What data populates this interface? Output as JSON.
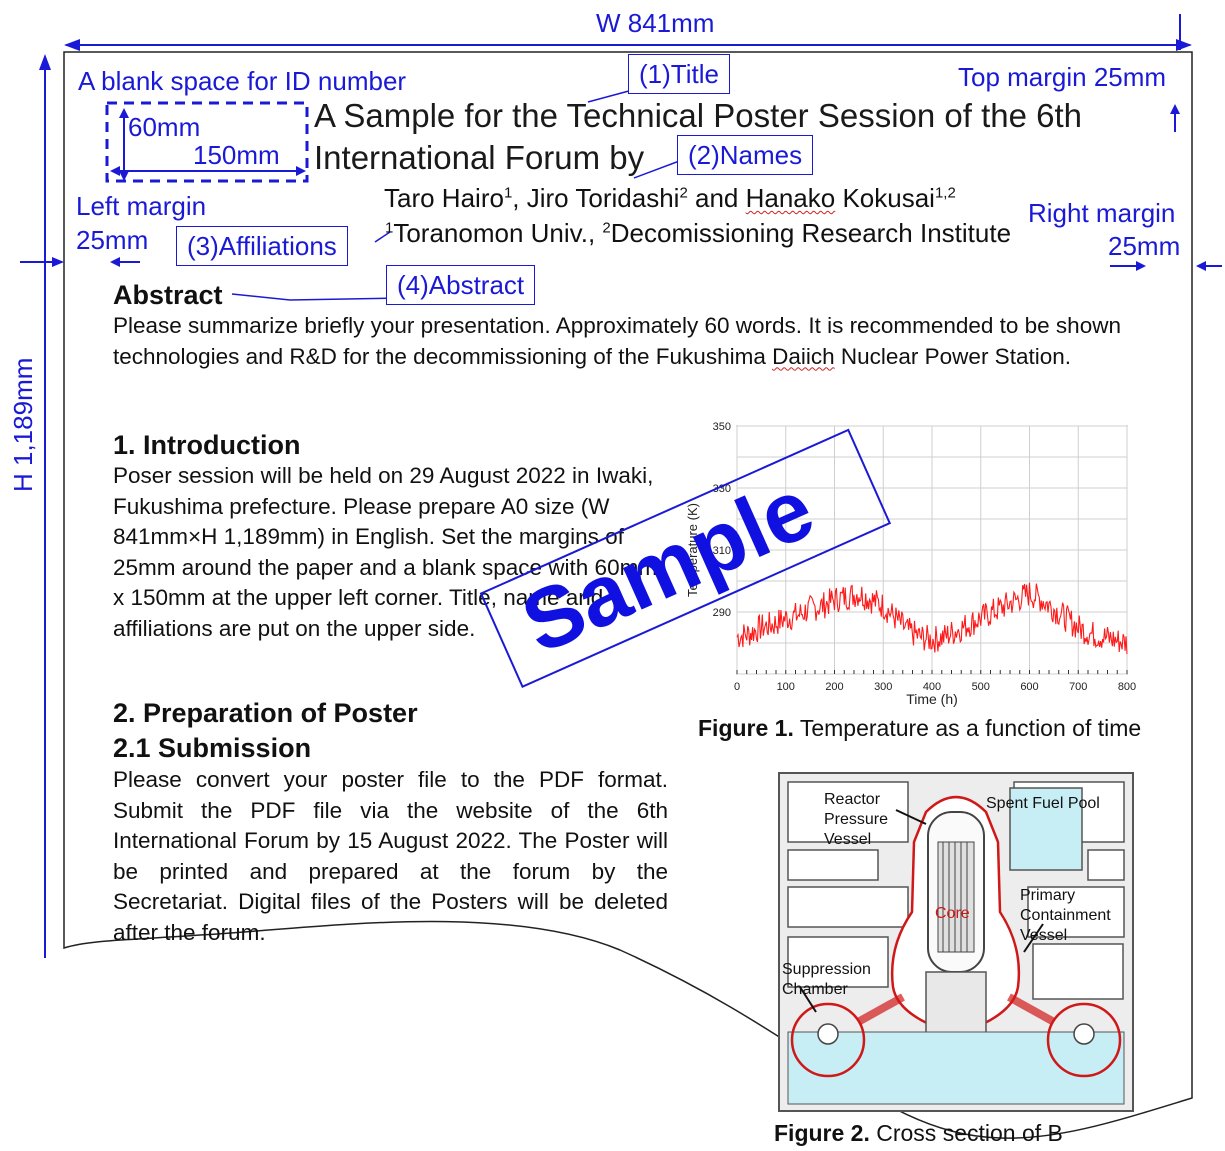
{
  "dimensions": {
    "width": "W 841mm",
    "height": "H 1,189mm",
    "id_blank": "A blank space for ID number",
    "id_height": "60mm",
    "id_width": "150mm",
    "top_margin": "Top margin 25mm",
    "left_margin_1": "Left margin",
    "left_margin_2": "25mm",
    "right_margin_1": "Right margin",
    "right_margin_2": "25mm"
  },
  "callouts": {
    "title": "(1)Title",
    "names": "(2)Names",
    "affiliations": "(3)Affiliations",
    "abstract": "(4)Abstract"
  },
  "poster": {
    "title_line1": "A Sample for the Technical Poster Session of the 6th",
    "title_line2": "International Forum by",
    "names": {
      "n1": "Taro Hairo",
      "s1": "1",
      "sep1": ", Jiro Toridashi",
      "s2": "2",
      "sep2": " and ",
      "n3": "Hanako",
      "n3b": " Kokusai",
      "s3": "1,2"
    },
    "affiliations": {
      "s1": "1",
      "a1": "Toranomon Univ., ",
      "s2": "2",
      "a2": "Decomissioning Research Institute"
    },
    "abstract_heading": "Abstract",
    "abstract_text_a": "Please summarize briefly your presentation. Approximately 60 words. It is recommended to be shown technologies and R&D for the decommissioning of the Fukushima ",
    "abstract_text_b": "Daiich",
    "abstract_text_c": " Nuclear Power Station.",
    "intro_heading": "1. Introduction",
    "intro_text": "Poser session will be held on 29 August 2022 in Iwaki, Fukushima prefecture. Please prepare A0 size (W 841mm×H 1,189mm) in English. Set the margins of 25mm around the paper and a blank space with 60mm x 150mm at the upper left corner. Title, name and affiliations are put on the upper side.",
    "prep_heading": "2. Preparation of Poster",
    "sub_heading": "2.1 Submission",
    "sub_text": "Please convert your poster file to the PDF format. Submit the PDF file via the website of the 6th International Forum by 15 August 2022. The Poster will be printed and prepared at the forum by the Secretariat. Digital files of the Posters will be deleted after the forum.",
    "fig1_label": "Figure 1.",
    "fig1_text": " Temperature as a function of time",
    "fig2_label": "Figure 2.",
    "fig2_text": " Cross section of B",
    "stamp": "Sample"
  },
  "reactor": {
    "rpv_1": "Reactor",
    "rpv_2": "Pressure",
    "rpv_3": "Vessel",
    "pool": "Spent Fuel Pool",
    "core": "Core",
    "pcv_1": "Primary",
    "pcv_2": "Containment",
    "pcv_3": "Vessel",
    "sc_1": "Suppression",
    "sc_2": "Chamber"
  },
  "chart_data": {
    "type": "line",
    "xlabel": "Time (h)",
    "ylabel": "Temperature (K)",
    "xlim": [
      0,
      800
    ],
    "ylim": [
      270,
      350
    ],
    "xticks": [
      0,
      100,
      200,
      300,
      400,
      500,
      600,
      700,
      800
    ],
    "yticks": [
      350,
      330,
      310,
      290
    ],
    "grid": true,
    "series": [
      {
        "color": "#ff1a1a",
        "x": [
          0,
          25,
          50,
          75,
          100,
          125,
          150,
          175,
          200,
          225,
          250,
          275,
          300,
          325,
          350,
          375,
          400,
          425,
          450,
          475,
          500,
          525,
          550,
          575,
          600,
          625,
          650,
          675,
          700,
          725,
          750,
          775,
          800
        ],
        "y": [
          282,
          283,
          285,
          286,
          288,
          289,
          291,
          292,
          294,
          295,
          296,
          294,
          292,
          288,
          284,
          282,
          281,
          282,
          284,
          286,
          288,
          290,
          292,
          294,
          296,
          294,
          291,
          288,
          285,
          283,
          282,
          281,
          280
        ]
      }
    ]
  }
}
